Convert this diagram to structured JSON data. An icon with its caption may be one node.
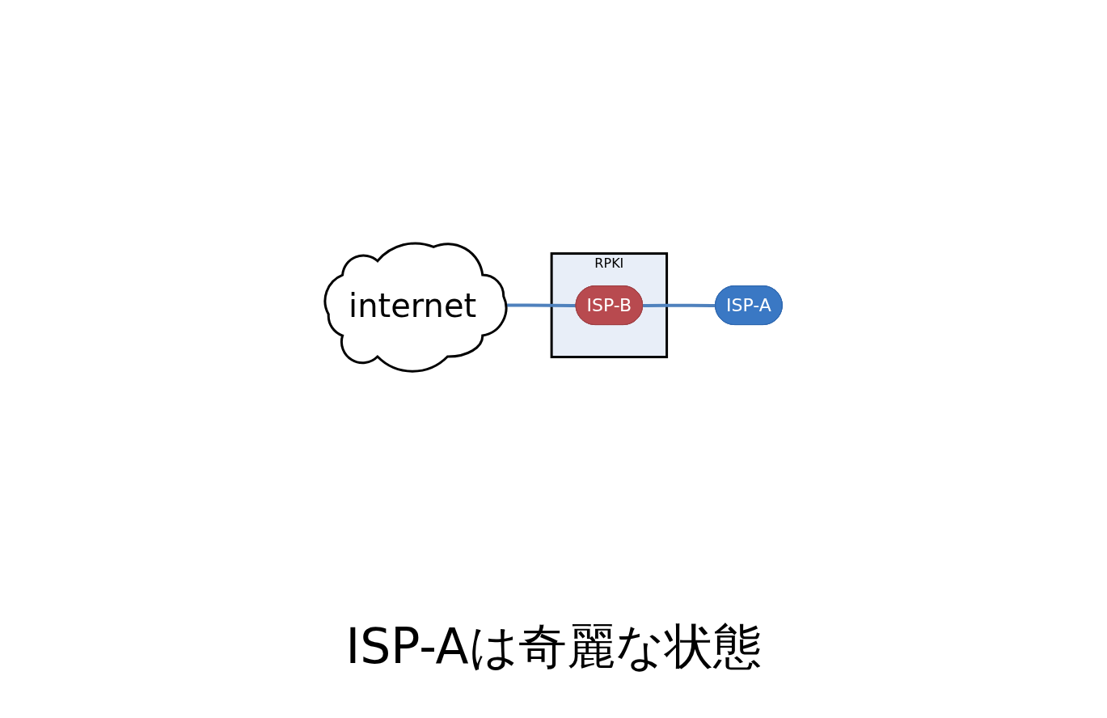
{
  "diagram": {
    "nodes": [
      {
        "text": [
          "internet"
        ]
      },
      {
        "text": [
          "RPKI"
        ]
      },
      {
        "text": [
          "ISP-B"
        ],
        "in": 1
      },
      {
        "text": [
          "ISP-A"
        ]
      }
    ],
    "edges": [
      {
        "from": 2,
        "to": 0,
        "arrow": "none"
      },
      {
        "from": 3,
        "to": 2,
        "arrow": "none"
      }
    ],
    "labels": [
      "ISP-Aは奇麗な状態"
    ]
  }
}
